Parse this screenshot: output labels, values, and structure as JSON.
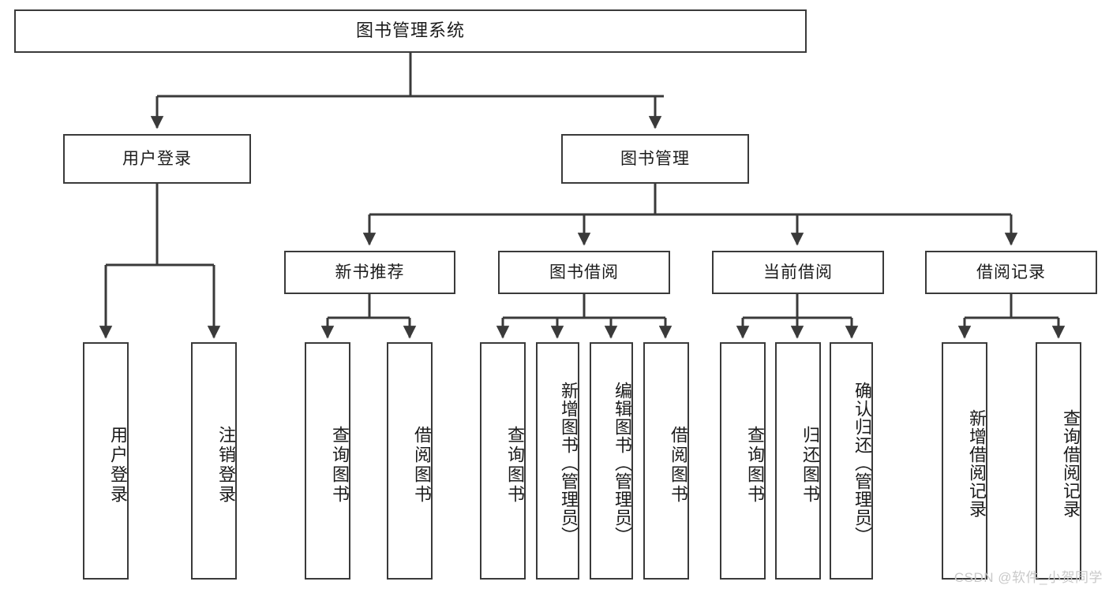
{
  "diagram": {
    "title": "图书管理系统",
    "type": "tree",
    "orientation": "top-down",
    "colors": {
      "background": "#ffffff",
      "box_border": "#3a3a3a",
      "box_fill": "#ffffff",
      "edge": "#3a3a3a",
      "text": "#1b1b1b",
      "watermark": "#c9c9c9"
    },
    "nodes": {
      "root": {
        "label": "图书管理系统"
      },
      "level2": [
        {
          "id": "user_login",
          "label": "用户登录"
        },
        {
          "id": "book_manage",
          "label": "图书管理"
        }
      ],
      "level3": [
        {
          "id": "new_book_rec",
          "label": "新书推荐"
        },
        {
          "id": "book_borrow",
          "label": "图书借阅"
        },
        {
          "id": "current_borrow",
          "label": "当前借阅"
        },
        {
          "id": "borrow_record",
          "label": "借阅记录"
        }
      ],
      "leaves": {
        "user_login": [
          {
            "id": "leaf_user_login",
            "label": "用户登录"
          },
          {
            "id": "leaf_user_logout",
            "label": "注销登录"
          }
        ],
        "new_book_rec": [
          {
            "id": "leaf_query_book_1",
            "label": "查询图书"
          },
          {
            "id": "leaf_borrow_book_1",
            "label": "借阅图书"
          }
        ],
        "book_borrow": [
          {
            "id": "leaf_query_book_2",
            "label": "查询图书"
          },
          {
            "id": "leaf_add_book",
            "label": "新增图书（管理员）"
          },
          {
            "id": "leaf_edit_book",
            "label": "编辑图书（管理员）"
          },
          {
            "id": "leaf_borrow_book_2",
            "label": "借阅图书"
          }
        ],
        "current_borrow": [
          {
            "id": "leaf_query_book_3",
            "label": "查询图书"
          },
          {
            "id": "leaf_return_book",
            "label": "归还图书"
          },
          {
            "id": "leaf_confirm_return",
            "label": "确认归还（管理员）"
          }
        ],
        "borrow_record": [
          {
            "id": "leaf_add_record",
            "label": "新增借阅记录"
          },
          {
            "id": "leaf_query_record",
            "label": "查询借阅记录"
          }
        ]
      }
    }
  },
  "watermark": {
    "text": "CSDN @软件_小贺同学"
  }
}
